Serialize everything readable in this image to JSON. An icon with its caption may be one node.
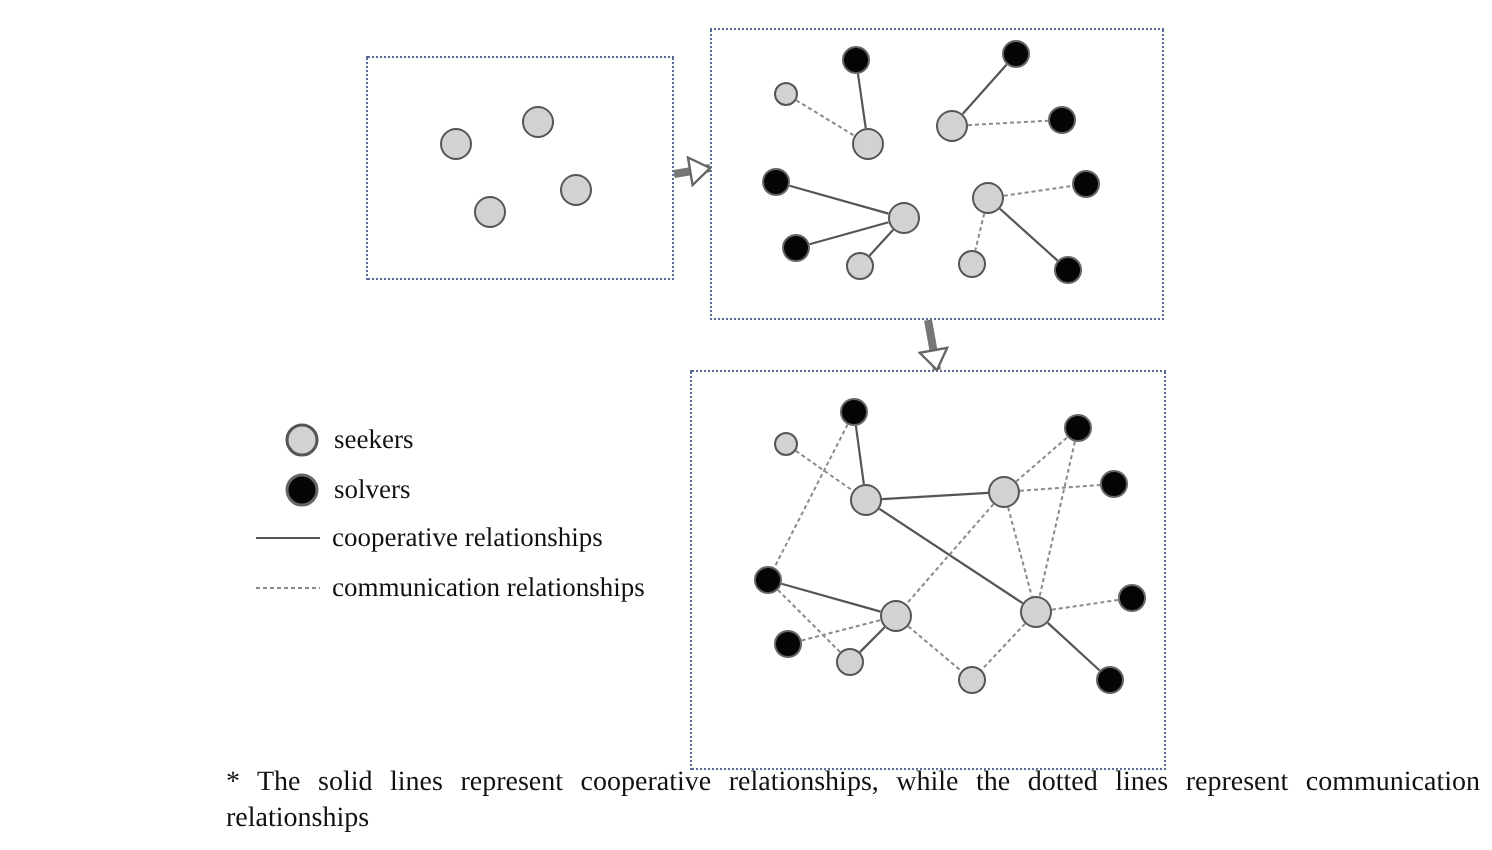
{
  "diagram": {
    "caption": "* The solid lines represent cooperative relationships, while the dotted lines represent communication relationships",
    "nodes": [
      {
        "text": [],
        "shape": "box"
      },
      {
        "text": [],
        "shape": "circle",
        "in": 0
      },
      {
        "text": [],
        "shape": "circle",
        "in": 0
      },
      {
        "text": [],
        "shape": "circle",
        "in": 0
      },
      {
        "text": [],
        "shape": "circle",
        "in": 0
      },
      {
        "text": [],
        "shape": "box"
      },
      {
        "text": [],
        "shape": "dot",
        "in": 5
      },
      {
        "text": [],
        "shape": "dot",
        "in": 5
      },
      {
        "text": [],
        "shape": "circle",
        "in": 5
      },
      {
        "text": [],
        "shape": "dot",
        "in": 5
      },
      {
        "text": [],
        "shape": "circle",
        "in": 5
      },
      {
        "text": [],
        "shape": "circle",
        "in": 5
      },
      {
        "text": [],
        "shape": "dot",
        "in": 5
      },
      {
        "text": [],
        "shape": "dot",
        "in": 5
      },
      {
        "text": [],
        "shape": "circle",
        "in": 5
      },
      {
        "text": [],
        "shape": "circle",
        "in": 5
      },
      {
        "text": [],
        "shape": "dot",
        "in": 5
      },
      {
        "text": [],
        "shape": "circle",
        "in": 5
      },
      {
        "text": [],
        "shape": "circle",
        "in": 5
      },
      {
        "text": [],
        "shape": "dot",
        "in": 5
      },
      {
        "text": [],
        "shape": "box"
      },
      {
        "text": [],
        "shape": "dot",
        "in": 20
      },
      {
        "text": [],
        "shape": "dot",
        "in": 20
      },
      {
        "text": [],
        "shape": "circle",
        "in": 20
      },
      {
        "text": [],
        "shape": "dot",
        "in": 20
      },
      {
        "text": [],
        "shape": "circle",
        "in": 20
      },
      {
        "text": [],
        "shape": "circle",
        "in": 20
      },
      {
        "text": [],
        "shape": "dot",
        "in": 20
      },
      {
        "text": [],
        "shape": "dot",
        "in": 20
      },
      {
        "text": [],
        "shape": "circle",
        "in": 20
      },
      {
        "text": [],
        "shape": "circle",
        "in": 20
      },
      {
        "text": [],
        "shape": "dot",
        "in": 20
      },
      {
        "text": [],
        "shape": "circle",
        "in": 20
      },
      {
        "text": [],
        "shape": "circle",
        "in": 20
      },
      {
        "text": [],
        "shape": "dot",
        "in": 20
      }
    ],
    "edges": [
      {
        "from": 0,
        "to": 5,
        "arrow": "to",
        "style": "thick"
      },
      {
        "from": 5,
        "to": 20,
        "arrow": "to",
        "style": "thick"
      },
      {
        "from": 8,
        "to": 11,
        "arrow": "none",
        "style": "dashed"
      },
      {
        "from": 7,
        "to": 11,
        "arrow": "none"
      },
      {
        "from": 6,
        "to": 10,
        "arrow": "none"
      },
      {
        "from": 10,
        "to": 9,
        "arrow": "none",
        "style": "dashed"
      },
      {
        "from": 12,
        "to": 15,
        "arrow": "none"
      },
      {
        "from": 16,
        "to": 15,
        "arrow": "none"
      },
      {
        "from": 18,
        "to": 15,
        "arrow": "none"
      },
      {
        "from": 14,
        "to": 13,
        "arrow": "none",
        "style": "dashed"
      },
      {
        "from": 14,
        "to": 17,
        "arrow": "none",
        "style": "dashed"
      },
      {
        "from": 14,
        "to": 19,
        "arrow": "none"
      },
      {
        "from": 23,
        "to": 26,
        "arrow": "none",
        "style": "dashed"
      },
      {
        "from": 21,
        "to": 26,
        "arrow": "none"
      },
      {
        "from": 21,
        "to": 27,
        "arrow": "none",
        "style": "dashed"
      },
      {
        "from": 26,
        "to": 25,
        "arrow": "none"
      },
      {
        "from": 26,
        "to": 29,
        "arrow": "none"
      },
      {
        "from": 25,
        "to": 22,
        "arrow": "none",
        "style": "dashed"
      },
      {
        "from": 25,
        "to": 24,
        "arrow": "none",
        "style": "dashed"
      },
      {
        "from": 25,
        "to": 30,
        "arrow": "none",
        "style": "dashed"
      },
      {
        "from": 25,
        "to": 29,
        "arrow": "none",
        "style": "dashed"
      },
      {
        "from": 22,
        "to": 29,
        "arrow": "none",
        "style": "dashed"
      },
      {
        "from": 27,
        "to": 30,
        "arrow": "none"
      },
      {
        "from": 27,
        "to": 32,
        "arrow": "none",
        "style": "dashed"
      },
      {
        "from": 31,
        "to": 30,
        "arrow": "none",
        "style": "dashed"
      },
      {
        "from": 32,
        "to": 30,
        "arrow": "none"
      },
      {
        "from": 30,
        "to": 33,
        "arrow": "none",
        "style": "dashed"
      },
      {
        "from": 29,
        "to": 28,
        "arrow": "none",
        "style": "dashed"
      },
      {
        "from": 29,
        "to": 33,
        "arrow": "none",
        "style": "dashed"
      },
      {
        "from": 29,
        "to": 34,
        "arrow": "none"
      }
    ],
    "legend": [
      {
        "text": "seekers"
      },
      {
        "text": "solvers"
      },
      {
        "text": "cooperative relationships"
      },
      {
        "text": "communication relationships"
      }
    ]
  }
}
